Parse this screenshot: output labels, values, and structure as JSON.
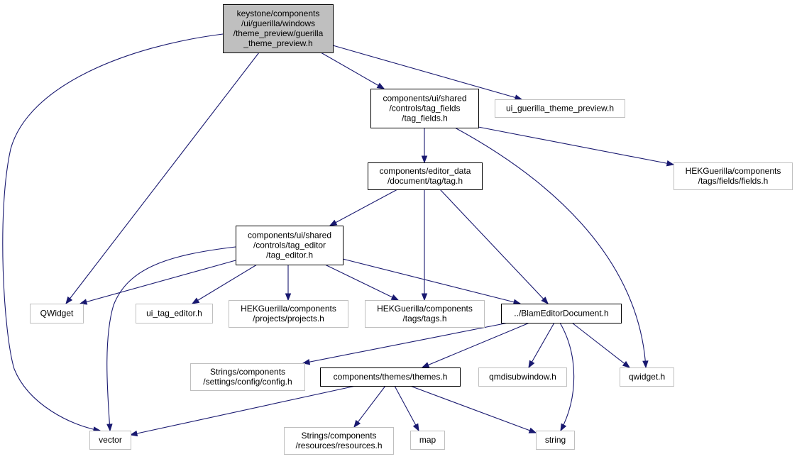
{
  "colors": {
    "root_fill": "#bfbfbf",
    "node_border": "#000000",
    "missing_border": "#bfbfbf",
    "edge": "#191970"
  },
  "nodes": [
    {
      "id": "root",
      "lines": [
        "keystone/components",
        "/ui/guerilla/windows",
        "/theme_preview/guerilla",
        "_theme_preview.h"
      ],
      "style": "root"
    },
    {
      "id": "tag_fields",
      "lines": [
        "components/ui/shared",
        "/controls/tag_fields",
        "/tag_fields.h"
      ],
      "style": "normal"
    },
    {
      "id": "ui_guerilla_theme_preview",
      "lines": [
        "ui_guerilla_theme_preview.h"
      ],
      "style": "missing"
    },
    {
      "id": "tag",
      "lines": [
        "components/editor_data",
        "/document/tag/tag.h"
      ],
      "style": "normal"
    },
    {
      "id": "fields",
      "lines": [
        "HEKGuerilla/components",
        "/tags/fields/fields.h"
      ],
      "style": "missing"
    },
    {
      "id": "tag_editor",
      "lines": [
        "components/ui/shared",
        "/controls/tag_editor",
        "/tag_editor.h"
      ],
      "style": "normal"
    },
    {
      "id": "QWidget",
      "lines": [
        "QWidget"
      ],
      "style": "missing"
    },
    {
      "id": "ui_tag_editor",
      "lines": [
        "ui_tag_editor.h"
      ],
      "style": "missing"
    },
    {
      "id": "projects",
      "lines": [
        "HEKGuerilla/components",
        "/projects/projects.h"
      ],
      "style": "missing"
    },
    {
      "id": "tags",
      "lines": [
        "HEKGuerilla/components",
        "/tags/tags.h"
      ],
      "style": "missing"
    },
    {
      "id": "BlamEditorDocument",
      "lines": [
        "../BlamEditorDocument.h"
      ],
      "style": "normal"
    },
    {
      "id": "config",
      "lines": [
        "Strings/components",
        "/settings/config/config.h"
      ],
      "style": "missing"
    },
    {
      "id": "themes",
      "lines": [
        "components/themes/themes.h"
      ],
      "style": "normal"
    },
    {
      "id": "qmdisubwindow",
      "lines": [
        "qmdisubwindow.h"
      ],
      "style": "missing"
    },
    {
      "id": "qwidget_h",
      "lines": [
        "qwidget.h"
      ],
      "style": "missing"
    },
    {
      "id": "vector",
      "lines": [
        "vector"
      ],
      "style": "missing"
    },
    {
      "id": "resources",
      "lines": [
        "Strings/components",
        "/resources/resources.h"
      ],
      "style": "missing"
    },
    {
      "id": "map",
      "lines": [
        "map"
      ],
      "style": "missing"
    },
    {
      "id": "string",
      "lines": [
        "string"
      ],
      "style": "missing"
    }
  ],
  "edges": [
    [
      "root",
      "tag_fields"
    ],
    [
      "root",
      "ui_guerilla_theme_preview"
    ],
    [
      "root",
      "QWidget"
    ],
    [
      "root",
      "vector"
    ],
    [
      "tag_fields",
      "tag"
    ],
    [
      "tag_fields",
      "fields"
    ],
    [
      "tag_fields",
      "qwidget_h"
    ],
    [
      "tag",
      "tag_editor"
    ],
    [
      "tag",
      "tags"
    ],
    [
      "tag",
      "BlamEditorDocument"
    ],
    [
      "tag_editor",
      "QWidget"
    ],
    [
      "tag_editor",
      "ui_tag_editor"
    ],
    [
      "tag_editor",
      "projects"
    ],
    [
      "tag_editor",
      "tags"
    ],
    [
      "tag_editor",
      "BlamEditorDocument"
    ],
    [
      "tag_editor",
      "vector"
    ],
    [
      "BlamEditorDocument",
      "config"
    ],
    [
      "BlamEditorDocument",
      "themes"
    ],
    [
      "BlamEditorDocument",
      "qmdisubwindow"
    ],
    [
      "BlamEditorDocument",
      "qwidget_h"
    ],
    [
      "BlamEditorDocument",
      "string"
    ],
    [
      "themes",
      "vector"
    ],
    [
      "themes",
      "resources"
    ],
    [
      "themes",
      "map"
    ],
    [
      "themes",
      "string"
    ]
  ]
}
